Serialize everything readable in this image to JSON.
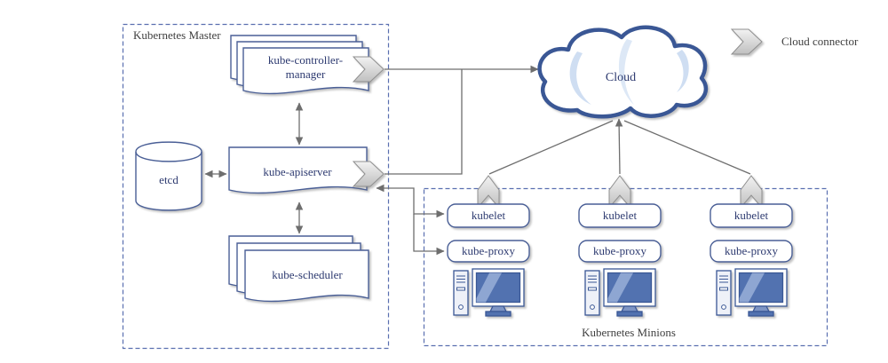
{
  "master": {
    "label": "Kubernetes Master",
    "nodes": {
      "controller_manager": "kube-controller-manager",
      "etcd": "etcd",
      "apiserver": "kube-apiserver",
      "scheduler": "kube-scheduler"
    }
  },
  "cloud": {
    "label": "Cloud"
  },
  "legend": {
    "label": "Cloud connector"
  },
  "minions": {
    "label": "Kubernetes Minions",
    "columns": [
      {
        "kubelet": "kubelet",
        "kube_proxy": "kube-proxy"
      },
      {
        "kubelet": "kubelet",
        "kube_proxy": "kube-proxy"
      },
      {
        "kubelet": "kubelet",
        "kube_proxy": "kube-proxy"
      }
    ]
  },
  "icons": {
    "cloud_connector": "right-arrow-chevron",
    "kubelet_connector": "up-arrow-chevron",
    "computer": "desktop-workstation",
    "cloud": "cloud-shape",
    "etcd_shape": "database-cylinder",
    "controller_shape": "document-stack",
    "apiserver_shape": "document",
    "scheduler_shape": "document-stack"
  },
  "colors": {
    "node_stroke": "#4a5f96",
    "cloud_stroke": "#3a5795",
    "node_text": "#2d3a70",
    "group_text": "#3f3f3f",
    "connector_fill": "#d4d4d4",
    "screen_fill": "#5272b0",
    "arrow": "#6e6e6e",
    "background": "#ffffff"
  }
}
